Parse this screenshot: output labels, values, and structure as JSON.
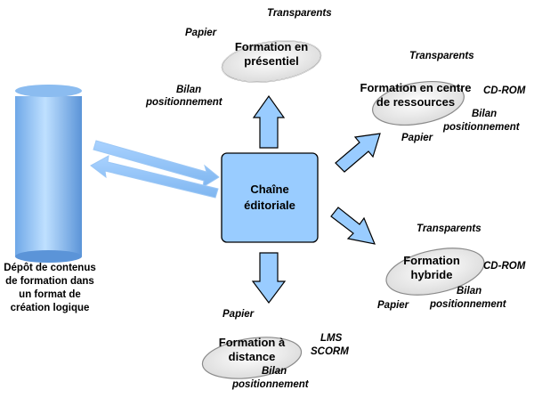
{
  "colors": {
    "box_fill": "#99ccff",
    "arrow_fill": "#99ccff",
    "outline": "#000000",
    "disc_fill": "#f2f2f2"
  },
  "center": {
    "label_line1": "Chaîne",
    "label_line2": "éditoriale"
  },
  "store": {
    "label": [
      "Dépôt de contenus",
      "de formation dans",
      "un format de",
      "création logique"
    ]
  },
  "outputs": {
    "presentiel": {
      "title_line1": "Formation en",
      "title_line2": "présentiel",
      "tags": {
        "transparents": "Transparents",
        "papier": "Papier",
        "bilan": "Bilan",
        "positionnement": "positionnement"
      }
    },
    "centre": {
      "title_line1": "Formation en centre",
      "title_line2": "de ressources",
      "tags": {
        "transparents": "Transparents",
        "cdrom": "CD-ROM",
        "bilan": "Bilan",
        "positionnement": "positionnement",
        "papier": "Papier"
      }
    },
    "hybride": {
      "title_line1": "Formation",
      "title_line2": "hybride",
      "tags": {
        "transparents": "Transparents",
        "cdrom": "CD-ROM",
        "bilan": "Bilan",
        "positionnement": "positionnement",
        "papier": "Papier"
      }
    },
    "distance": {
      "title_line1": "Formation à",
      "title_line2": "distance",
      "tags": {
        "papier": "Papier",
        "lms": "LMS",
        "scorm": "SCORM",
        "bilan": "Bilan",
        "positionnement": "positionnement"
      }
    }
  }
}
